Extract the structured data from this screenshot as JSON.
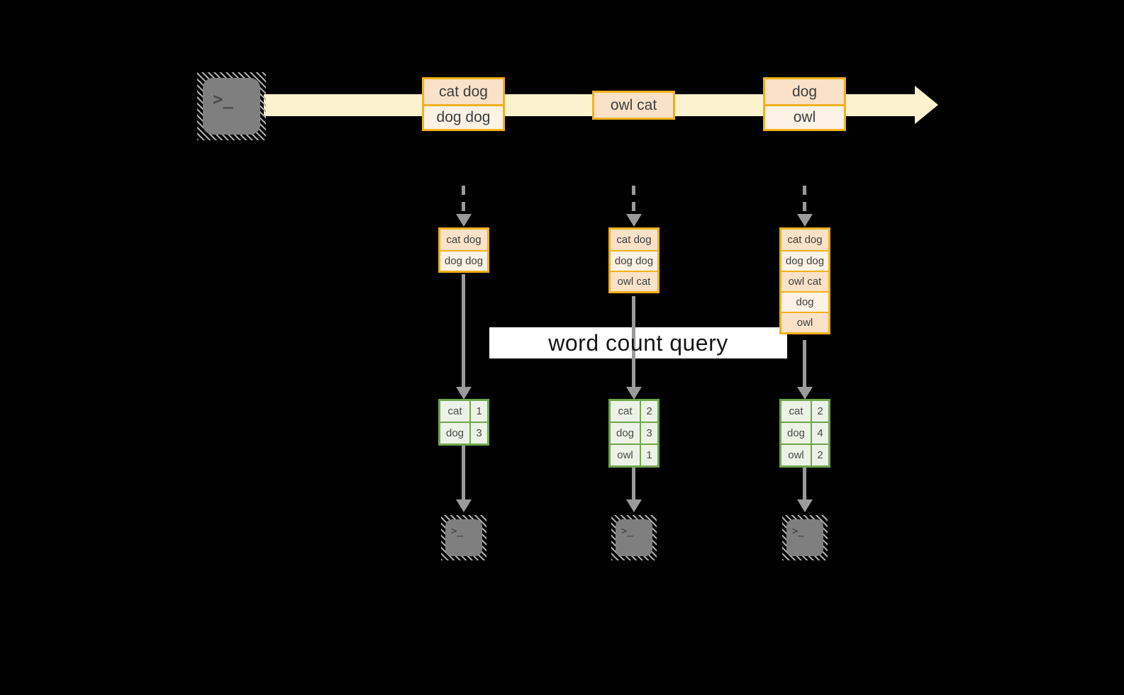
{
  "diagram": {
    "query_label": "word count query",
    "prompt_glyph": ">_",
    "stream_messages": [
      {
        "cells": [
          "cat dog",
          "dog dog"
        ]
      },
      {
        "cells": [
          "owl cat"
        ]
      },
      {
        "cells": [
          "dog",
          "owl"
        ]
      }
    ],
    "workers": [
      {
        "log": [
          "cat dog",
          "dog dog"
        ],
        "counts": [
          {
            "word": "cat",
            "count": "1"
          },
          {
            "word": "dog",
            "count": "3"
          }
        ]
      },
      {
        "log": [
          "cat dog",
          "dog dog",
          "owl cat"
        ],
        "counts": [
          {
            "word": "cat",
            "count": "2"
          },
          {
            "word": "dog",
            "count": "3"
          },
          {
            "word": "owl",
            "count": "1"
          }
        ]
      },
      {
        "log": [
          "cat dog",
          "dog dog",
          "owl cat",
          "dog",
          "owl"
        ],
        "counts": [
          {
            "word": "cat",
            "count": "2"
          },
          {
            "word": "dog",
            "count": "4"
          },
          {
            "word": "owl",
            "count": "2"
          }
        ]
      }
    ],
    "colors": {
      "canvas-bg": "#000000",
      "gold": "#F2B01E",
      "peach-dark": "#F9E2C7",
      "peach-light": "#FCF3E6",
      "band": "#FBF2CF",
      "green": "#6FA74D",
      "green-fill": "#EDF2E7",
      "arrow-gray": "#9A9A9A",
      "terminal-gray": "#7F7F7F",
      "hatch-gray": "#ABABAB",
      "glyph-gray": "#4A4A4A",
      "text-dark": "#3E3E3E",
      "query-bg": "#FFFFFF",
      "query-text": "#161616"
    }
  }
}
